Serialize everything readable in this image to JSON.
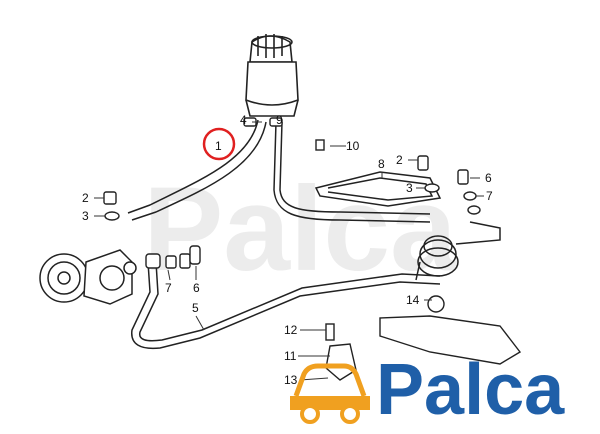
{
  "diagram": {
    "callouts": [
      {
        "id": "1",
        "text": "1"
      },
      {
        "id": "2a",
        "text": "2"
      },
      {
        "id": "2b",
        "text": "2"
      },
      {
        "id": "3a",
        "text": "3"
      },
      {
        "id": "3b",
        "text": "3"
      },
      {
        "id": "4",
        "text": "4"
      },
      {
        "id": "5",
        "text": "5"
      },
      {
        "id": "6a",
        "text": "6"
      },
      {
        "id": "6b",
        "text": "6"
      },
      {
        "id": "7a",
        "text": "7"
      },
      {
        "id": "7b",
        "text": "7"
      },
      {
        "id": "8",
        "text": "8"
      },
      {
        "id": "9",
        "text": "9"
      },
      {
        "id": "10",
        "text": "10"
      },
      {
        "id": "11",
        "text": "11"
      },
      {
        "id": "12",
        "text": "12"
      },
      {
        "id": "13",
        "text": "13"
      },
      {
        "id": "14",
        "text": "14"
      }
    ],
    "highlighted_callout": "1",
    "highlight_color": "#e02020"
  },
  "brand": {
    "name": "Palca",
    "color": "#1f5fa8",
    "icon_color": "#f0a020",
    "icon": "car-icon"
  },
  "watermark": {
    "text": "Palca",
    "color": "#e6e6e6"
  }
}
